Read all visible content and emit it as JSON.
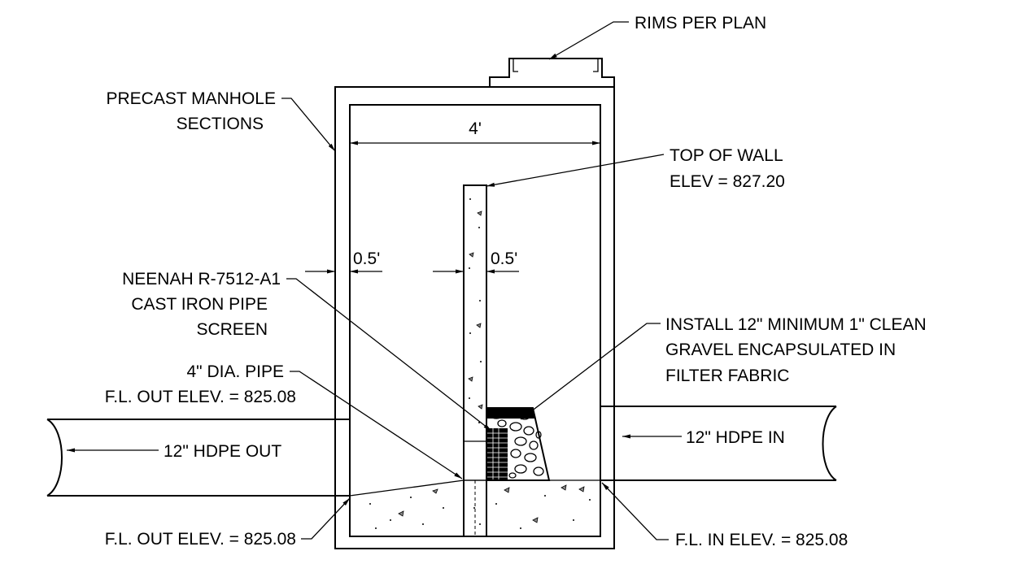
{
  "labels": {
    "rims": "RIMS PER PLAN",
    "precast_line1": "PRECAST MANHOLE",
    "precast_line2": "SECTIONS",
    "width_dim": "4'",
    "top_wall_line1": "TOP OF WALL",
    "top_wall_line2": "ELEV = 827.20",
    "left_gap_dim": "0.5'",
    "wall_gap_dim": "0.5'",
    "screen_line1": "NEENAH R-7512-A1",
    "screen_line2": "CAST IRON PIPE",
    "screen_line3": "SCREEN",
    "gravel_line1": "INSTALL 12\" MINIMUM 1\" CLEAN",
    "gravel_line2": "GRAVEL ENCAPSULATED IN",
    "gravel_line3": "FILTER FABRIC",
    "pipe4_line1": "4\" DIA. PIPE",
    "pipe4_line2": "F.L. OUT ELEV. = 825.08",
    "hdpe_out": "12\" HDPE OUT",
    "hdpe_in": "12\" HDPE IN",
    "fl_out": "F.L.  OUT ELEV. = 825.08",
    "fl_in": "F.L.  IN ELEV. = 825.08"
  },
  "colors": {
    "line": "#000000",
    "background": "#ffffff"
  }
}
